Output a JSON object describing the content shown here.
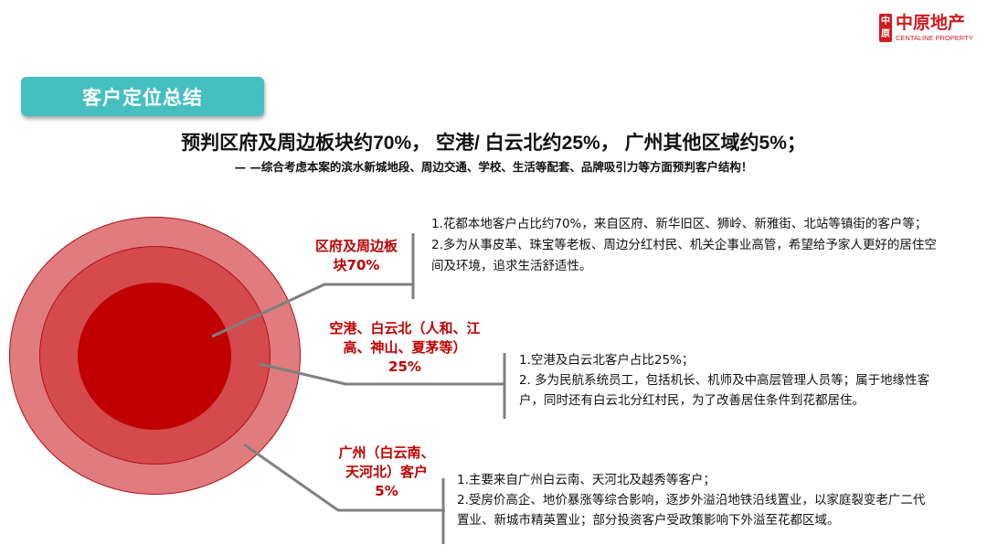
{
  "logo": {
    "seal_text": [
      "中",
      "原"
    ],
    "name_cn": "中原地产",
    "name_en": "CENTALINE PROPERTY",
    "color": "#d11a1f"
  },
  "header": {
    "section_title": "客户定位总结",
    "section_color": "#45bfbf",
    "main_title": "预判区府及周边板块约70%， 空港/ 白云北约25%， 广州其他区域约5%；",
    "subtitle": "— —综合考虑本案的滨水新城地段、周边交通、学校、生活等配套、品牌吸引力等方面预判客户结构！"
  },
  "diagram": {
    "colors": {
      "inner": "#c00000",
      "middle": "#d44a4d",
      "outer": "#e07b7e",
      "label": "#c00000",
      "connector": "#808080"
    },
    "segments": [
      {
        "label_lines": [
          "区府及周边板",
          "块70%"
        ],
        "share": "70%",
        "ring": "inner",
        "details": [
          "1.花都本地客户占比约70%，来自区府、新华旧区、狮岭、新雅街、北站等镇街的客户等；",
          "2.多为从事皮革、珠宝等老板、周边分红村民、机关企事业高管，希望给予家人更好的居住空间及环境，追求生活舒适性。"
        ]
      },
      {
        "label_lines": [
          "空港、白云北（人和、江",
          "高、神山、夏茅等）",
          "25%"
        ],
        "share": "25%",
        "ring": "middle",
        "details": [
          "1.空港及白云北客户占比25%；",
          "2. 多为民航系统员工，包括机长、机师及中高层管理人员等；属于地缘性客户，同时还有白云北分红村民，为了改善居住条件到花都居住。"
        ]
      },
      {
        "label_lines": [
          "广州（白云南、",
          "天河北）客户",
          "5%"
        ],
        "share": "5%",
        "ring": "outer",
        "details": [
          "1.主要来自广州白云南、天河北及越秀等客户；",
          "2.受房价高企、地价暴涨等综合影响，逐步外溢沿地铁沿线置业，以家庭裂变老广二代置业、新城市精英置业；部分投资客户受政策影响下外溢至花都区域。"
        ]
      }
    ]
  }
}
